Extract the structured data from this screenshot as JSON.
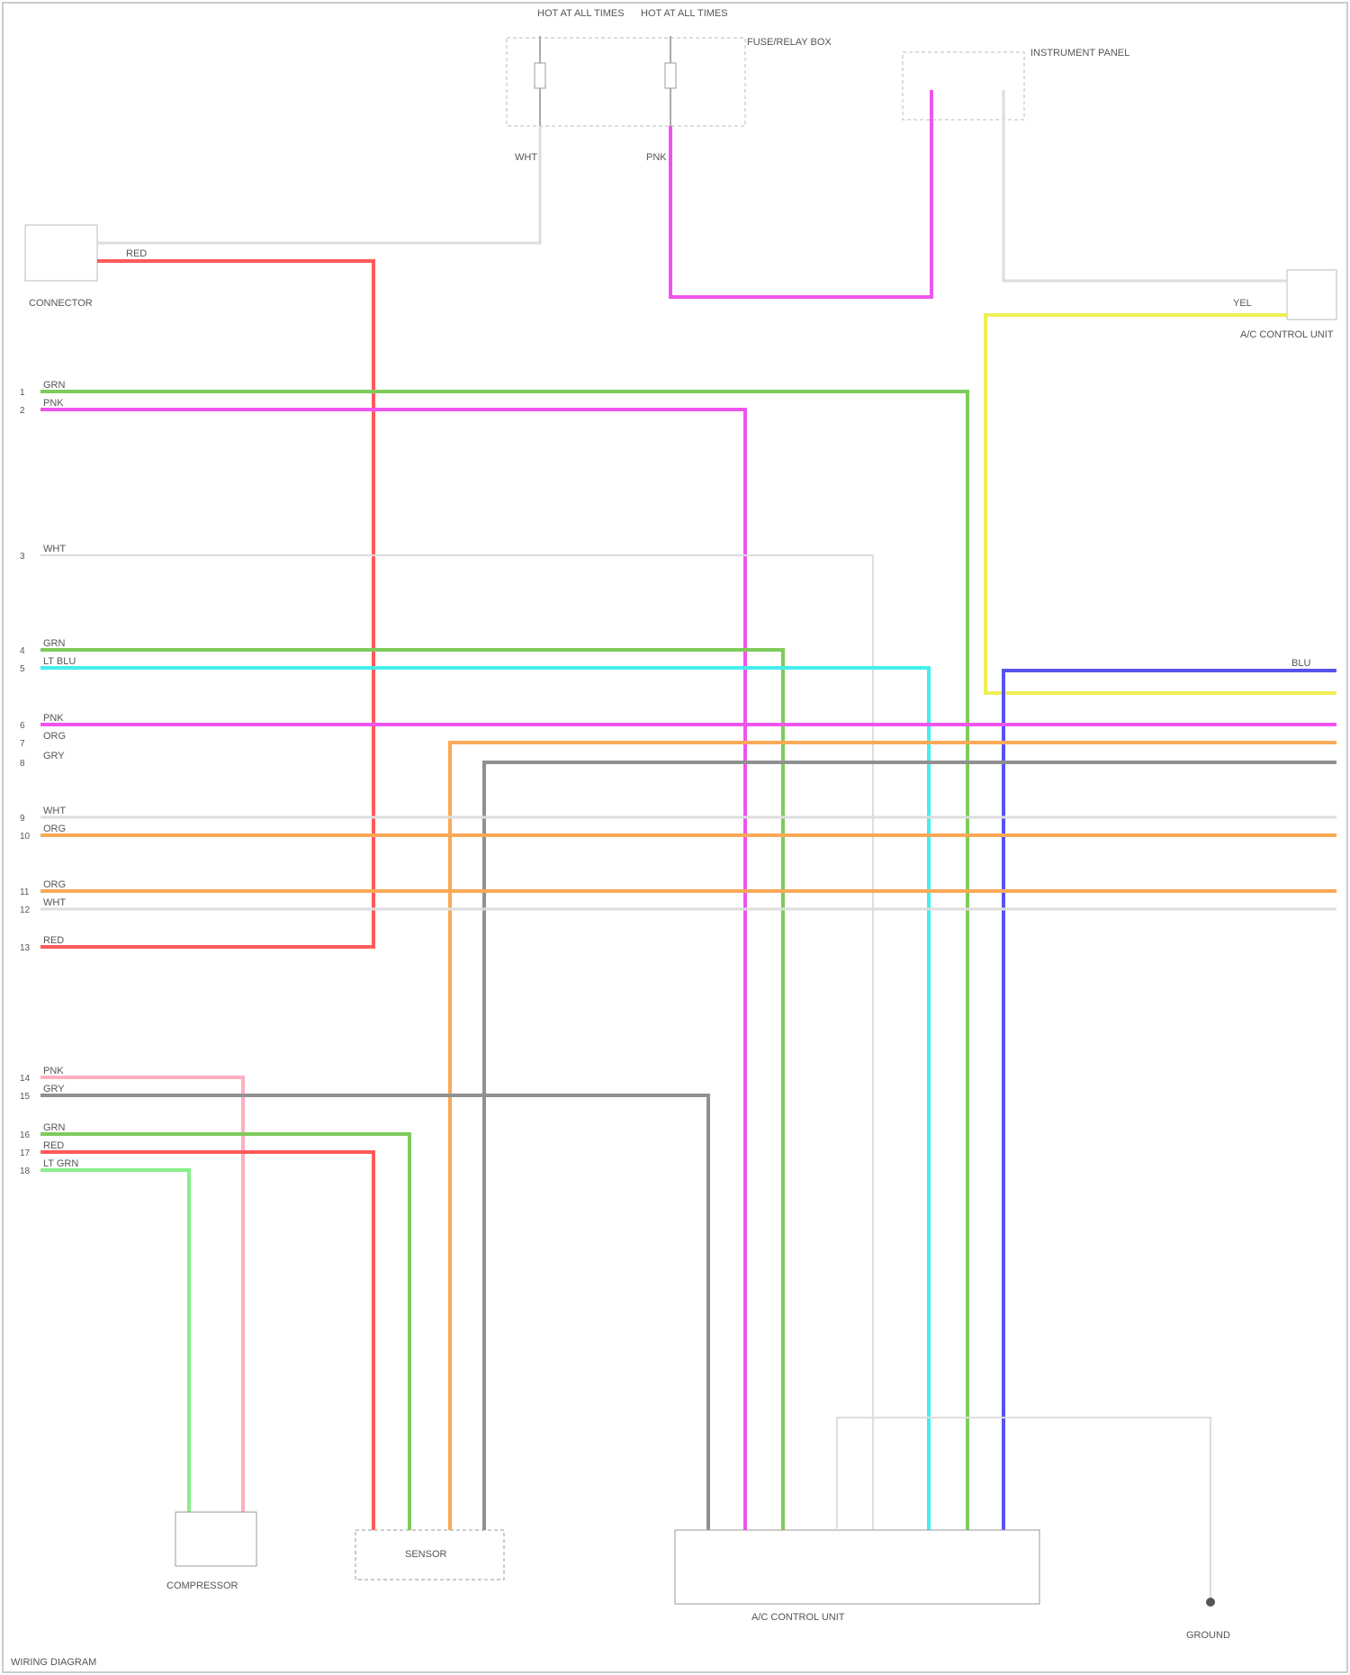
{
  "colors": {
    "red": "#ff5a5a",
    "magenta": "#ee55ee",
    "green": "#7ecb5a",
    "cyan": "#44eeee",
    "orange": "#f9a958",
    "gray": "#909090",
    "white": "#dddddd",
    "yellow": "#eeee55",
    "blue": "#5555ee",
    "pink": "#ffb0c0",
    "lightgreen": "#88ee88"
  },
  "wires": {
    "top_left": "WHT",
    "top_right": "PNK",
    "red": "RED",
    "yellow": "YEL",
    "blue": "BLU"
  },
  "harness": [
    {
      "pin": "1",
      "label": "GRN"
    },
    {
      "pin": "2",
      "label": "PNK"
    },
    {
      "pin": "3",
      "label": "WHT"
    },
    {
      "pin": "4",
      "label": "GRN"
    },
    {
      "pin": "5",
      "label": "LT BLU"
    },
    {
      "pin": "6",
      "label": "PNK"
    },
    {
      "pin": "7",
      "label": "ORG"
    },
    {
      "pin": "8",
      "label": "GRY"
    },
    {
      "pin": "9",
      "label": "WHT"
    },
    {
      "pin": "10",
      "label": "ORG"
    },
    {
      "pin": "11",
      "label": "ORG"
    },
    {
      "pin": "12",
      "label": "WHT"
    },
    {
      "pin": "13",
      "label": "RED"
    },
    {
      "pin": "14",
      "label": "PNK"
    },
    {
      "pin": "15",
      "label": "GRY"
    },
    {
      "pin": "16",
      "label": "GRN"
    },
    {
      "pin": "17",
      "label": "RED"
    },
    {
      "pin": "18",
      "label": "LT GRN"
    }
  ],
  "components": {
    "fuse_a": "HOT AT ALL TIMES",
    "fuse_b": "HOT AT ALL TIMES",
    "fuse_box": "FUSE/RELAY BOX",
    "dash_panel": "INSTRUMENT PANEL",
    "left_connector": "CONNECTOR",
    "right_connector": "A/C CONTROL UNIT",
    "compressor": "COMPRESSOR",
    "sensor": "SENSOR",
    "control_unit": "A/C CONTROL UNIT",
    "ground": "GROUND",
    "footer": "WIRING DIAGRAM"
  }
}
